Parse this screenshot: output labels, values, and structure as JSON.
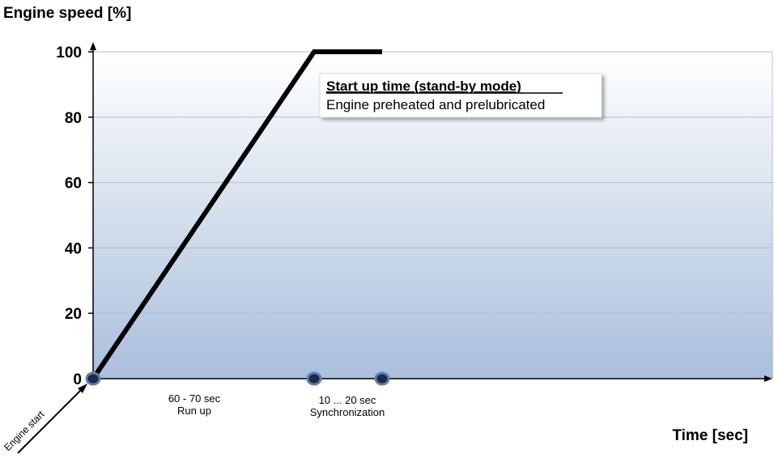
{
  "chart_data": {
    "type": "line",
    "ylabel": "Engine speed [%]",
    "xlabel": "Time [sec]",
    "ylim": [
      0,
      100
    ],
    "y_ticks": [
      0,
      20,
      40,
      60,
      80,
      100
    ],
    "grid": true,
    "series": [
      {
        "values": [
          [
            0,
            0
          ],
          [
            65,
            100
          ],
          [
            85,
            100
          ]
        ]
      }
    ],
    "markers": [
      0,
      65,
      85
    ],
    "annotations": {
      "box_title": "Start up time (stand-by mode)",
      "box_text": "Engine preheated and prelubricated",
      "phase1_line1": "60 - 70 sec",
      "phase1_line2": "Run up",
      "phase2_line1": "10 ... 20 sec",
      "phase2_line2": "Synchronization",
      "engine_start": "Engine start"
    },
    "colors": {
      "line": "#000000",
      "marker_fill": "#1f2a44",
      "marker_ring": "#5b7fb8",
      "bg_top": "#ffffff",
      "bg_bottom": "#a9bfdc",
      "grid": "#b4bccb"
    }
  }
}
